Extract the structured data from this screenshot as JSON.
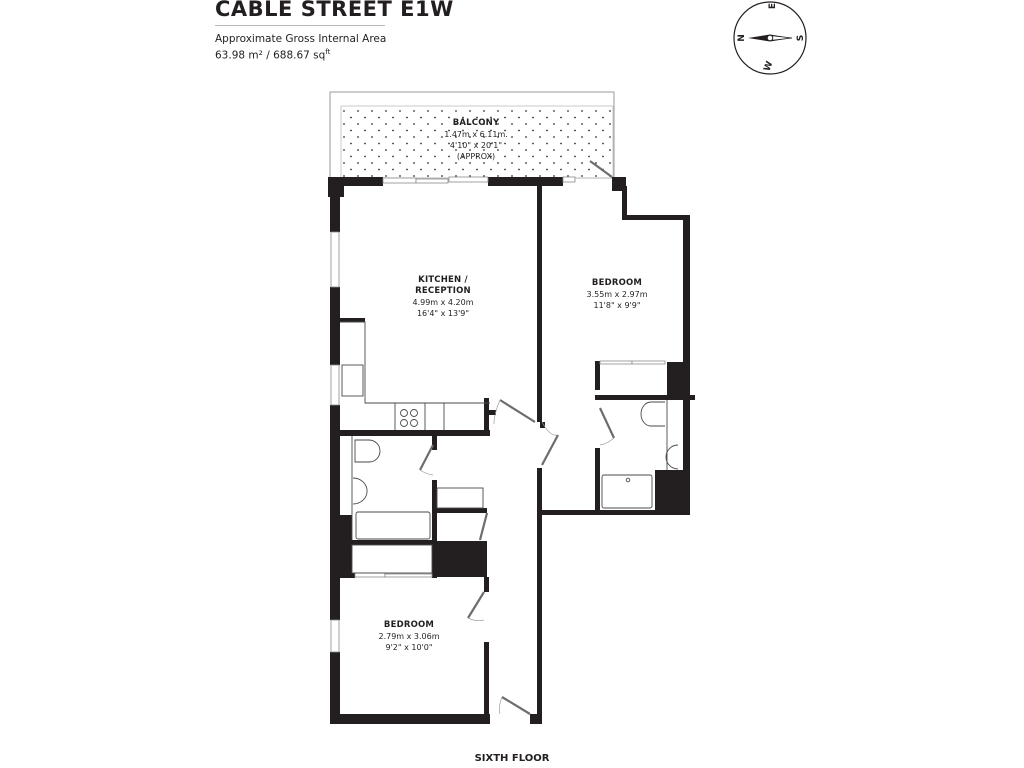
{
  "header": {
    "title": "CABLE STREET E1W",
    "area_label": "Approximate Gross Internal Area",
    "area_m2": "63.98 m²",
    "separator": "/",
    "area_sqft": "688.67 sq",
    "area_sqft_sup": "ft"
  },
  "compass": {
    "labels": {
      "north": "N",
      "east": "E",
      "south": "S",
      "west": "W"
    }
  },
  "rooms": {
    "balcony": {
      "name": "BALCONY",
      "metric": "1.47m x 6.11m.",
      "imperial": "4'10\" x 20'1\"",
      "note": "(APPROX)"
    },
    "kitchen": {
      "name_line1": "KITCHEN /",
      "name_line2": "RECEPTION",
      "metric": "4.99m x 4.20m",
      "imperial": "16'4\" x 13'9\""
    },
    "bedroom1": {
      "name": "BEDROOM",
      "metric": "3.55m x 2.97m",
      "imperial": "11'8\" x 9'9\""
    },
    "bedroom2": {
      "name": "BEDROOM",
      "metric": "2.79m x 3.06m",
      "imperial": "9'2\" x 10'0\""
    }
  },
  "footer": {
    "floor": "SIXTH FLOOR"
  },
  "colors": {
    "wall": "#231f20",
    "line": "#555555",
    "door": "#6d6d6d",
    "background": "#ffffff"
  }
}
